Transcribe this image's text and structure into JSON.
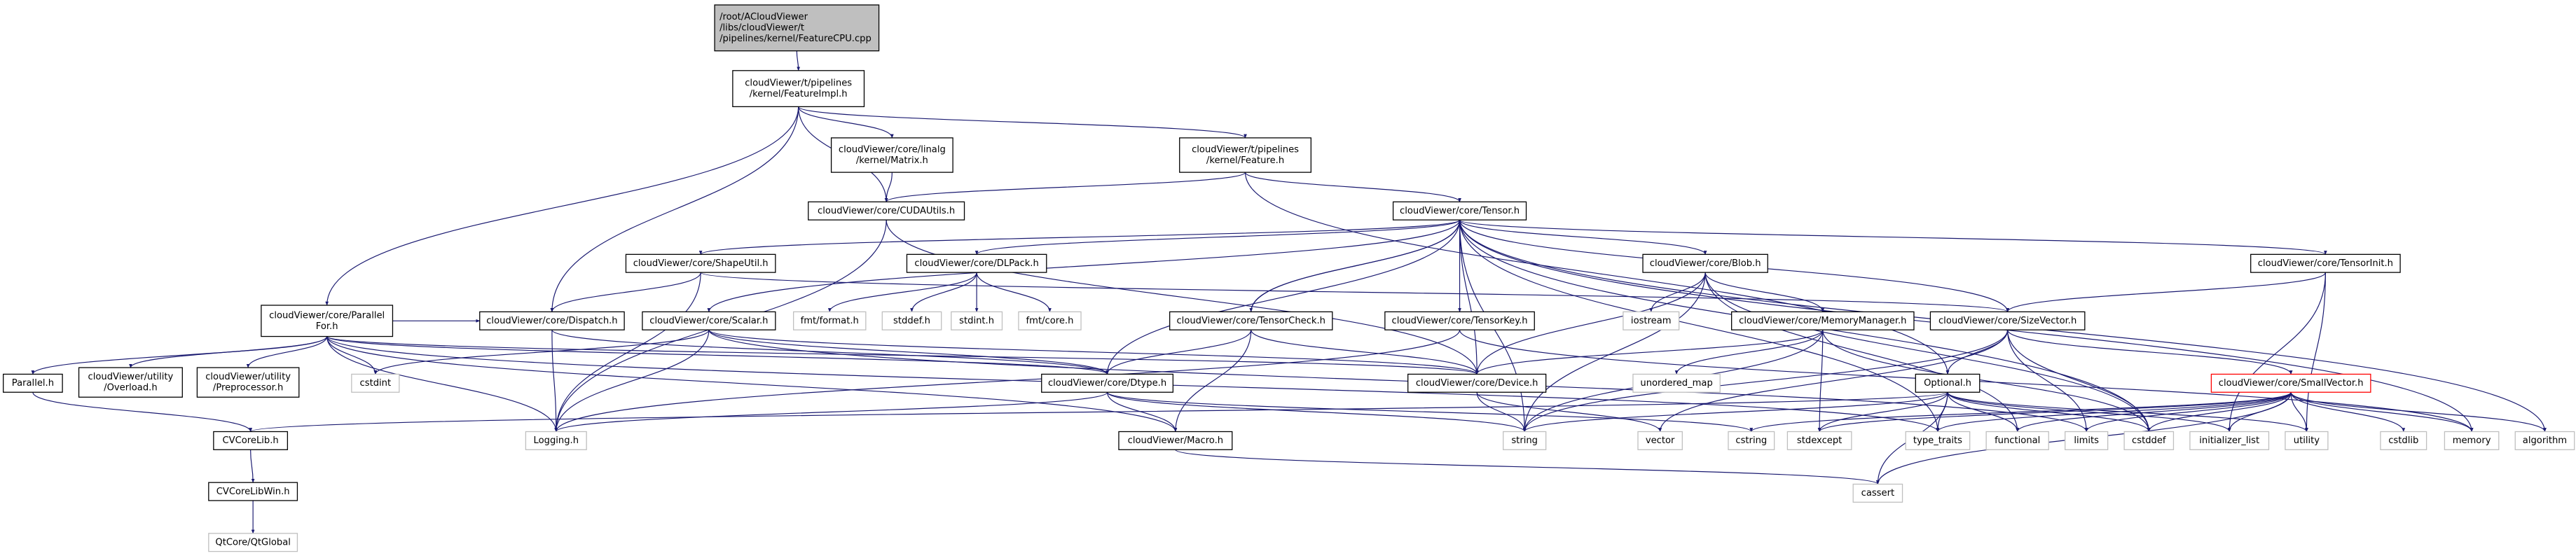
{
  "colors": {
    "edge": "#191970",
    "documented_border": "#000000",
    "system_border": "#bfbfbf",
    "root_fill": "#bfbfbf",
    "highlight_border": "#ff0000",
    "node_fill": "#ffffff"
  },
  "nodes": [
    {
      "id": "cpp",
      "lines": [
        "/root/ACloudViewer",
        "/libs/cloudViewer/t",
        "/pipelines/kernel/FeatureCPU.cpp"
      ],
      "kind": "root"
    },
    {
      "id": "featureimpl",
      "lines": [
        "cloudViewer/t/pipelines",
        "/kernel/FeatureImpl.h"
      ],
      "kind": "doc"
    },
    {
      "id": "matrix",
      "lines": [
        "cloudViewer/core/linalg",
        "/kernel/Matrix.h"
      ],
      "kind": "doc"
    },
    {
      "id": "feature",
      "lines": [
        "cloudViewer/t/pipelines",
        "/kernel/Feature.h"
      ],
      "kind": "doc"
    },
    {
      "id": "cudautils",
      "lines": [
        "cloudViewer/core/CUDAUtils.h"
      ],
      "kind": "doc"
    },
    {
      "id": "tensor",
      "lines": [
        "cloudViewer/core/Tensor.h"
      ],
      "kind": "doc"
    },
    {
      "id": "shapeutil",
      "lines": [
        "cloudViewer/core/ShapeUtil.h"
      ],
      "kind": "doc"
    },
    {
      "id": "dlpack",
      "lines": [
        "cloudViewer/core/DLPack.h"
      ],
      "kind": "doc"
    },
    {
      "id": "blob",
      "lines": [
        "cloudViewer/core/Blob.h"
      ],
      "kind": "doc"
    },
    {
      "id": "tensorinit",
      "lines": [
        "cloudViewer/core/TensorInit.h"
      ],
      "kind": "doc"
    },
    {
      "id": "parallelfor",
      "lines": [
        "cloudViewer/core/Parallel",
        "For.h"
      ],
      "kind": "doc"
    },
    {
      "id": "dispatch",
      "lines": [
        "cloudViewer/core/Dispatch.h"
      ],
      "kind": "doc"
    },
    {
      "id": "scalar",
      "lines": [
        "cloudViewer/core/Scalar.h"
      ],
      "kind": "doc"
    },
    {
      "id": "fmtformat",
      "lines": [
        "fmt/format.h"
      ],
      "kind": "sys"
    },
    {
      "id": "stddef",
      "lines": [
        "stddef.h"
      ],
      "kind": "sys"
    },
    {
      "id": "stdint",
      "lines": [
        "stdint.h"
      ],
      "kind": "sys"
    },
    {
      "id": "fmtcore",
      "lines": [
        "fmt/core.h"
      ],
      "kind": "sys"
    },
    {
      "id": "tensorcheck",
      "lines": [
        "cloudViewer/core/TensorCheck.h"
      ],
      "kind": "doc"
    },
    {
      "id": "tensorkey",
      "lines": [
        "cloudViewer/core/TensorKey.h"
      ],
      "kind": "doc"
    },
    {
      "id": "iostream",
      "lines": [
        "iostream"
      ],
      "kind": "sys"
    },
    {
      "id": "memorymanager",
      "lines": [
        "cloudViewer/core/MemoryManager.h"
      ],
      "kind": "doc"
    },
    {
      "id": "sizevector",
      "lines": [
        "cloudViewer/core/SizeVector.h"
      ],
      "kind": "doc"
    },
    {
      "id": "parallel",
      "lines": [
        "Parallel.h"
      ],
      "kind": "doc"
    },
    {
      "id": "overload",
      "lines": [
        "cloudViewer/utility",
        "/Overload.h"
      ],
      "kind": "doc"
    },
    {
      "id": "preprocessor",
      "lines": [
        "cloudViewer/utility",
        "/Preprocessor.h"
      ],
      "kind": "doc"
    },
    {
      "id": "cstdint",
      "lines": [
        "cstdint"
      ],
      "kind": "sys"
    },
    {
      "id": "dtype",
      "lines": [
        "cloudViewer/core/Dtype.h"
      ],
      "kind": "doc"
    },
    {
      "id": "device",
      "lines": [
        "cloudViewer/core/Device.h"
      ],
      "kind": "doc"
    },
    {
      "id": "unordered_map",
      "lines": [
        "unordered_map"
      ],
      "kind": "sys"
    },
    {
      "id": "optional",
      "lines": [
        "Optional.h"
      ],
      "kind": "doc"
    },
    {
      "id": "smallvector",
      "lines": [
        "cloudViewer/core/SmallVector.h"
      ],
      "kind": "highlight"
    },
    {
      "id": "cvcorelib",
      "lines": [
        "CVCoreLib.h"
      ],
      "kind": "doc"
    },
    {
      "id": "logging",
      "lines": [
        "Logging.h"
      ],
      "kind": "sys"
    },
    {
      "id": "macro",
      "lines": [
        "cloudViewer/Macro.h"
      ],
      "kind": "doc"
    },
    {
      "id": "string",
      "lines": [
        "string"
      ],
      "kind": "sys"
    },
    {
      "id": "vector",
      "lines": [
        "vector"
      ],
      "kind": "sys"
    },
    {
      "id": "cstring",
      "lines": [
        "cstring"
      ],
      "kind": "sys"
    },
    {
      "id": "stdexcept",
      "lines": [
        "stdexcept"
      ],
      "kind": "sys"
    },
    {
      "id": "type_traits",
      "lines": [
        "type_traits"
      ],
      "kind": "sys"
    },
    {
      "id": "functional",
      "lines": [
        "functional"
      ],
      "kind": "sys"
    },
    {
      "id": "limits",
      "lines": [
        "limits"
      ],
      "kind": "sys"
    },
    {
      "id": "cstddef",
      "lines": [
        "cstddef"
      ],
      "kind": "sys"
    },
    {
      "id": "initializer_list",
      "lines": [
        "initializer_list"
      ],
      "kind": "sys"
    },
    {
      "id": "utility",
      "lines": [
        "utility"
      ],
      "kind": "sys"
    },
    {
      "id": "cstdlib",
      "lines": [
        "cstdlib"
      ],
      "kind": "sys"
    },
    {
      "id": "memory",
      "lines": [
        "memory"
      ],
      "kind": "sys"
    },
    {
      "id": "algorithm",
      "lines": [
        "algorithm"
      ],
      "kind": "sys"
    },
    {
      "id": "cvcorelibwin",
      "lines": [
        "CVCoreLibWin.h"
      ],
      "kind": "doc"
    },
    {
      "id": "qtglobal",
      "lines": [
        "QtCore/QtGlobal"
      ],
      "kind": "sys"
    },
    {
      "id": "cassert",
      "lines": [
        "cassert"
      ],
      "kind": "sys"
    }
  ],
  "edges": [
    [
      "cpp",
      "featureimpl"
    ],
    [
      "featureimpl",
      "matrix"
    ],
    [
      "featureimpl",
      "feature"
    ],
    [
      "featureimpl",
      "cudautils"
    ],
    [
      "featureimpl",
      "dispatch"
    ],
    [
      "featureimpl",
      "parallelfor"
    ],
    [
      "matrix",
      "cudautils"
    ],
    [
      "feature",
      "cudautils"
    ],
    [
      "feature",
      "tensor"
    ],
    [
      "feature",
      "optional"
    ],
    [
      "cudautils",
      "logging"
    ],
    [
      "cudautils",
      "device"
    ],
    [
      "tensor",
      "shapeutil"
    ],
    [
      "tensor",
      "dlpack"
    ],
    [
      "tensor",
      "blob"
    ],
    [
      "tensor",
      "tensorinit"
    ],
    [
      "tensor",
      "sizevector"
    ],
    [
      "tensor",
      "dtype"
    ],
    [
      "tensor",
      "device"
    ],
    [
      "tensor",
      "tensorcheck"
    ],
    [
      "tensor",
      "tensorkey"
    ],
    [
      "tensor",
      "scalar"
    ],
    [
      "tensor",
      "string"
    ],
    [
      "tensor",
      "memory"
    ],
    [
      "tensor",
      "algorithm"
    ],
    [
      "tensor",
      "cstddef"
    ],
    [
      "tensor",
      "type_traits"
    ],
    [
      "shapeutil",
      "dispatch"
    ],
    [
      "shapeutil",
      "logging"
    ],
    [
      "shapeutil",
      "sizevector"
    ],
    [
      "dlpack",
      "fmtformat"
    ],
    [
      "dlpack",
      "stddef"
    ],
    [
      "dlpack",
      "stdint"
    ],
    [
      "dlpack",
      "fmtcore"
    ],
    [
      "blob",
      "iostream"
    ],
    [
      "blob",
      "memorymanager"
    ],
    [
      "blob",
      "device"
    ],
    [
      "blob",
      "string"
    ],
    [
      "blob",
      "functional"
    ],
    [
      "blob",
      "cstddef"
    ],
    [
      "tensorinit",
      "sizevector"
    ],
    [
      "tensorinit",
      "initializer_list"
    ],
    [
      "tensorinit",
      "utility"
    ],
    [
      "parallelfor",
      "parallel"
    ],
    [
      "parallelfor",
      "overload"
    ],
    [
      "parallelfor",
      "preprocessor"
    ],
    [
      "parallelfor",
      "cstdint"
    ],
    [
      "parallelfor",
      "logging"
    ],
    [
      "parallelfor",
      "device"
    ],
    [
      "parallelfor",
      "dispatch"
    ],
    [
      "parallelfor",
      "dtype"
    ],
    [
      "parallelfor",
      "macro"
    ],
    [
      "parallelfor",
      "type_traits"
    ],
    [
      "dispatch",
      "dtype"
    ],
    [
      "dispatch",
      "logging"
    ],
    [
      "scalar",
      "cstdint"
    ],
    [
      "scalar",
      "logging"
    ],
    [
      "scalar",
      "dtype"
    ],
    [
      "scalar",
      "limits"
    ],
    [
      "scalar",
      "device"
    ],
    [
      "tensorcheck",
      "tensor"
    ],
    [
      "tensorcheck",
      "dtype"
    ],
    [
      "tensorcheck",
      "device"
    ],
    [
      "tensorcheck",
      "macro"
    ],
    [
      "tensorkey",
      "logging"
    ],
    [
      "tensorkey",
      "memory"
    ],
    [
      "memorymanager",
      "device"
    ],
    [
      "memorymanager",
      "string"
    ],
    [
      "memorymanager",
      "stdexcept"
    ],
    [
      "memorymanager",
      "unordered_map"
    ],
    [
      "memorymanager",
      "cstddef"
    ],
    [
      "sizevector",
      "optional"
    ],
    [
      "sizevector",
      "smallvector"
    ],
    [
      "sizevector",
      "cstddef"
    ],
    [
      "sizevector",
      "string"
    ],
    [
      "sizevector",
      "vector"
    ],
    [
      "sizevector",
      "limits"
    ],
    [
      "dtype",
      "logging"
    ],
    [
      "dtype",
      "macro"
    ],
    [
      "dtype",
      "string"
    ],
    [
      "dtype",
      "cstring"
    ],
    [
      "device",
      "string"
    ],
    [
      "device",
      "vector"
    ],
    [
      "optional",
      "cassert"
    ],
    [
      "optional",
      "type_traits"
    ],
    [
      "optional",
      "functional"
    ],
    [
      "optional",
      "stdexcept"
    ],
    [
      "optional",
      "initializer_list"
    ],
    [
      "optional",
      "utility"
    ],
    [
      "optional",
      "string"
    ],
    [
      "optional",
      "cvcorelib"
    ],
    [
      "optional",
      "cstddef"
    ],
    [
      "smallvector",
      "type_traits"
    ],
    [
      "smallvector",
      "cstddef"
    ],
    [
      "smallvector",
      "cstring"
    ],
    [
      "smallvector",
      "limits"
    ],
    [
      "smallvector",
      "cstdlib"
    ],
    [
      "smallvector",
      "memory"
    ],
    [
      "smallvector",
      "algorithm"
    ],
    [
      "smallvector",
      "initializer_list"
    ],
    [
      "smallvector",
      "utility"
    ],
    [
      "smallvector",
      "cassert"
    ],
    [
      "smallvector",
      "functional"
    ],
    [
      "smallvector",
      "stdexcept"
    ],
    [
      "macro",
      "cassert"
    ],
    [
      "parallel",
      "cvcorelib"
    ],
    [
      "cvcorelib",
      "cvcorelibwin"
    ],
    [
      "cvcorelibwin",
      "qtglobal"
    ]
  ]
}
